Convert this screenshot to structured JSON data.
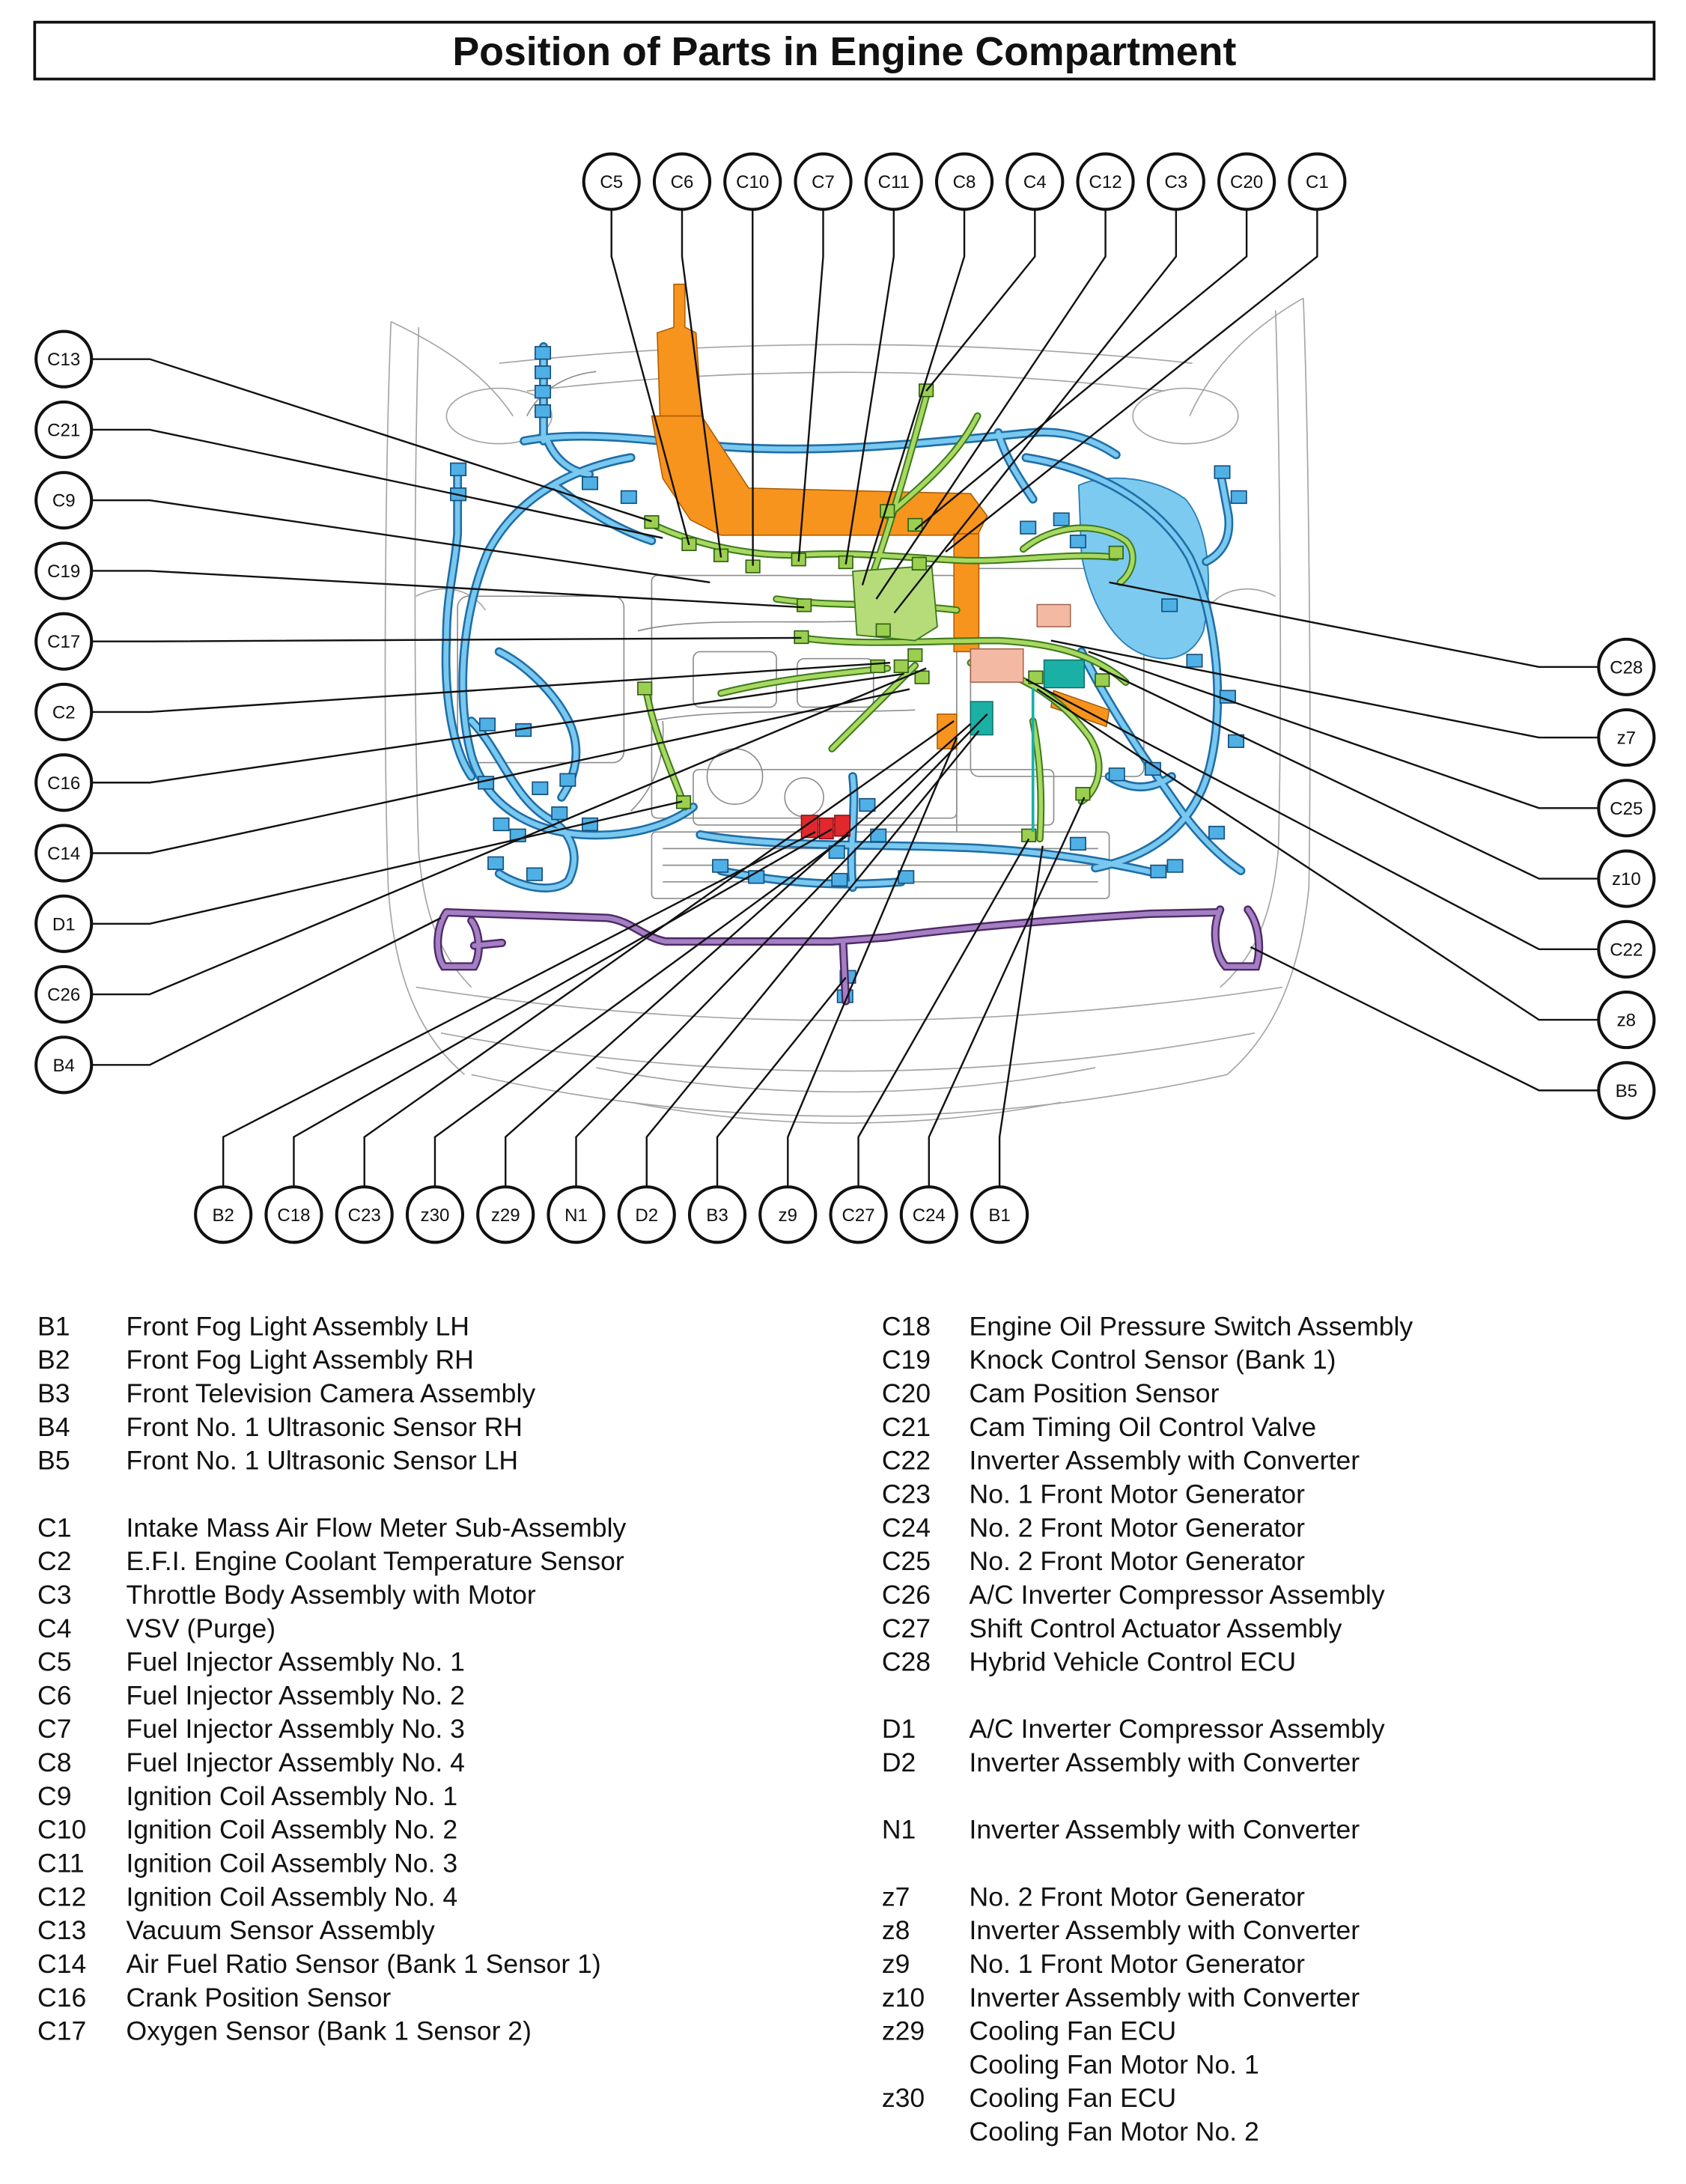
{
  "title": "Position of Parts in Engine Compartment",
  "callouts": {
    "top": [
      "C5",
      "C6",
      "C10",
      "C7",
      "C11",
      "C8",
      "C4",
      "C12",
      "C3",
      "C20",
      "C1"
    ],
    "left": [
      "C13",
      "C21",
      "C9",
      "C19",
      "C17",
      "C2",
      "C16",
      "C14",
      "D1",
      "C26",
      "B4"
    ],
    "right": [
      "C28",
      "z7",
      "C25",
      "z10",
      "C22",
      "z8",
      "B5"
    ],
    "bottom": [
      "B2",
      "C18",
      "C23",
      "z30",
      "z29",
      "N1",
      "D2",
      "B3",
      "z9",
      "C27",
      "C24",
      "B1"
    ]
  },
  "legend": {
    "left": [
      [
        {
          "code": "B1",
          "desc": "Front Fog Light Assembly LH"
        },
        {
          "code": "B2",
          "desc": "Front Fog Light Assembly RH"
        },
        {
          "code": "B3",
          "desc": "Front Television Camera Assembly"
        },
        {
          "code": "B4",
          "desc": "Front No. 1 Ultrasonic Sensor RH"
        },
        {
          "code": "B5",
          "desc": "Front No. 1 Ultrasonic Sensor LH"
        }
      ],
      [
        {
          "code": "C1",
          "desc": "Intake Mass Air Flow Meter Sub-Assembly"
        },
        {
          "code": "C2",
          "desc": "E.F.I. Engine Coolant Temperature Sensor"
        },
        {
          "code": "C3",
          "desc": "Throttle Body Assembly with Motor"
        },
        {
          "code": "C4",
          "desc": "VSV (Purge)"
        },
        {
          "code": "C5",
          "desc": "Fuel Injector Assembly No. 1"
        },
        {
          "code": "C6",
          "desc": "Fuel Injector Assembly No. 2"
        },
        {
          "code": "C7",
          "desc": "Fuel Injector Assembly No. 3"
        },
        {
          "code": "C8",
          "desc": "Fuel Injector Assembly No. 4"
        },
        {
          "code": "C9",
          "desc": "Ignition Coil Assembly No. 1"
        },
        {
          "code": "C10",
          "desc": "Ignition Coil Assembly No. 2"
        },
        {
          "code": "C11",
          "desc": "Ignition Coil Assembly No. 3"
        },
        {
          "code": "C12",
          "desc": "Ignition Coil Assembly No. 4"
        },
        {
          "code": "C13",
          "desc": "Vacuum Sensor Assembly"
        },
        {
          "code": "C14",
          "desc": "Air Fuel Ratio Sensor (Bank 1 Sensor 1)"
        },
        {
          "code": "C16",
          "desc": "Crank Position Sensor"
        },
        {
          "code": "C17",
          "desc": "Oxygen Sensor (Bank 1 Sensor 2)"
        }
      ]
    ],
    "right": [
      [
        {
          "code": "C18",
          "desc": "Engine Oil Pressure Switch Assembly"
        },
        {
          "code": "C19",
          "desc": "Knock Control Sensor (Bank 1)"
        },
        {
          "code": "C20",
          "desc": "Cam Position Sensor"
        },
        {
          "code": "C21",
          "desc": "Cam Timing Oil Control Valve"
        },
        {
          "code": "C22",
          "desc": "Inverter Assembly with Converter"
        },
        {
          "code": "C23",
          "desc": "No. 1 Front Motor Generator"
        },
        {
          "code": "C24",
          "desc": "No. 2 Front Motor Generator"
        },
        {
          "code": "C25",
          "desc": "No. 2 Front Motor Generator"
        },
        {
          "code": "C26",
          "desc": "A/C Inverter Compressor Assembly"
        },
        {
          "code": "C27",
          "desc": "Shift Control Actuator Assembly"
        },
        {
          "code": "C28",
          "desc": "Hybrid Vehicle Control ECU"
        }
      ],
      [
        {
          "code": "D1",
          "desc": "A/C Inverter Compressor Assembly"
        },
        {
          "code": "D2",
          "desc": "Inverter Assembly with Converter"
        }
      ],
      [
        {
          "code": "N1",
          "desc": "Inverter Assembly with Converter"
        }
      ],
      [
        {
          "code": "z7",
          "desc": "No. 2 Front Motor Generator"
        },
        {
          "code": "z8",
          "desc": "Inverter Assembly with Converter"
        },
        {
          "code": "z9",
          "desc": "No. 1 Front Motor Generator"
        },
        {
          "code": "z10",
          "desc": "Inverter Assembly with Converter"
        },
        {
          "code": "z29",
          "desc": "Cooling Fan ECU",
          "desc2": "Cooling Fan Motor No. 1"
        },
        {
          "code": "z30",
          "desc": "Cooling Fan ECU",
          "desc2": "Cooling Fan Motor No. 2"
        }
      ]
    ]
  }
}
